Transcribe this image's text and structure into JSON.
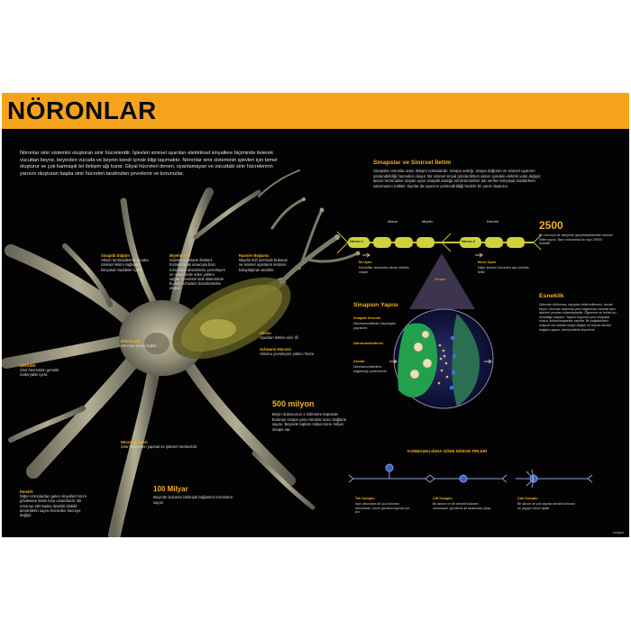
{
  "title": "NÖRONLAR",
  "intro": {
    "p1": "Nöronlar sinir sistemini oluşturan sinir hücreleridir. İşlevleri sinirsel uyarıları elektriksel sinyallere biçiminde ileterek vücuttan beyne, beyinden vücuda ve beynin kendi içinde bilgi taşımaktır.",
    "p2": "Nöronlar sinir sisteminin işlevleri için temel oluşturur ve çok karmaşık bir iletişim ağı kurar.",
    "p3": "Gliyal hücreleri denen, uyarılamayan ve vücuttaki sinir hücrelerinin yarısını oluşturan başka sinir hücreleri tarafından çevrelenir ve korunurlar."
  },
  "callouts": {
    "synapse_button": {
      "title": "Sinaptik Düğüm",
      "body": "Akson terminallerinin ucudur. Sinirsel iletimi sağlayan kimyasal maddeler içerir."
    },
    "mitochondria": {
      "title": "Mitokondri",
      "body": "Hücreye enerji sağlar."
    },
    "cell_nucleus": {
      "title": "Çekirdek",
      "body": "Sinir hücresinin genetik materyalini içerir."
    },
    "myelin_sheath": {
      "title": "Miyelin Kılıf",
      "body": "Sinirsel uyarıların iletimini hızlandırmak amacıyla bazı nöronların aksonlarını çevreleyen ve onları izole eden yalıtım sağlar. Çevresel sinir sisteminde bu kılıf Schwann hücrelerinden oluşur."
    },
    "ranvier": {
      "title": "Ranvier Boğumu",
      "body": "Miyelin kılıf üzerinde bulunan ve sinirsel uyarıların iletimini kolaylaştıran aralıktır."
    },
    "axon": {
      "title": "Akson",
      "body": "Uyarıları iletilen sinir lifi"
    },
    "schwann": {
      "title": "Schwann Hücresi",
      "body": "Aksonu çevreleyen yalıtıcı hücre"
    },
    "cell_body": {
      "title": "Hücre Gövdesi",
      "body": "Sinir hücresinin yapısal ve işlevsel merkezidir."
    },
    "dendrite": {
      "title": "Dendrit",
      "body": "Diğer nöronlardan gelen sinyalleri hücre gövdesine ileten kısa uzantılardır. Bir nöronun 200 kadar dendriti olabilir; dendritlerin sayısı hücreden hücreye değişir."
    }
  },
  "transmission": {
    "title": "Sinapslar ve Sinirsel İletim",
    "body": "Sinapslar nöronlar arası iletişim noktalarıdır. Sinaps aralığı, sinaps düğümü ve sinirsel uyarının yönlendirildiği hücreden oluşur. Bir sinirsel sinyal gönderilirken akson içindeki elektrik yükü değişir; akson terminaline ulaşan uyarı sinaptik aralığa nörotransmitter adı verilen kimyasal maddelerin salınmasını tetikler. Bunlar da uyarının yönlendirildiği hedefe bir yanıt oluşturur.",
    "label_axon": "Akson",
    "label_myelin": "Miyelin",
    "label_dendrite": "Dendrit",
    "neuron1": "Nöron 1",
    "neuron2": "Nöron 2",
    "ilk_title": "İlk Uyarı",
    "ilk_body": "Dendritler tarafından alınan elektrik sinyali",
    "ikinci_title": "İkinci Uyarı",
    "ikinci_body": "Diğer sinirsel hücreden aynı şekilde iletilir",
    "synapse_label": "Sinaps"
  },
  "stat_2500": {
    "value": "2500",
    "text": "Bir nöronun bir saniyede gerçekleştirilebilen sinirsel iletim sayısı. Bazı nöronlarda bu sayı 2500'ü bulabilir."
  },
  "structure": {
    "title": "Sinapsın Yapısı",
    "knob_title": "Sinaptik Kesecik",
    "knob_body": "Nörotransmitterleri depolayan yapılardır.",
    "nt_title": "Nörotransmitterler",
    "rec_title": "Alıcılar",
    "rec_body": "Nörotransmitterlerin bağlandığı proteinlerdir."
  },
  "plasticity": {
    "title": "Esneklik",
    "body": "Nöronlar bölünmez; kayıpları telafi edilemez. Ancak beyin, nöronlar arasında yeni bağlantılar kurarak bazı işlevleri yeniden düzenleyebilir. Öğrenme ve bellek bu esnekliğe dayanır. Yaşam boyunca yeni sinapslar oluşur, kullanılmayanlar zayıflar. Bu bağlantıların oluşma hızı kişiden kişiye değişir ve beynin sürekli değişen yapısı, deneyimlerle biçimlenir."
  },
  "stat_500m": {
    "value": "500 milyon",
    "text": "Beyin dokusunun 1 milimetre küpünde bulunan sinaps yani nöronlar arası bağlantı sayısı. Beyinde toplam milyon kere milyar sinaps var."
  },
  "stat_100b": {
    "value": "100 Milyar",
    "text": "Beyinde bulunan birbiriyle bağlantılı nöronların sayısı"
  },
  "types": {
    "title": "KARMAŞIKLIĞINA GÖRE NÖRON TİPLERİ",
    "items": [
      {
        "title": "Tek Kutuplu",
        "body": "Aynı aksondan iki ucu bulunan nöronlardır, hücre gövdesi dışında yer alır."
      },
      {
        "title": "Çift Kutuplu",
        "body": "Bir akson ve bir dendrit bulunan nöronlardır, gövdenin iki tarafından çıkar."
      },
      {
        "title": "Çok Kutuplu",
        "body": "Bir akson ve çok sayıda dendrit bulunan en yaygın nöron tipidir."
      }
    ]
  },
  "credit": "eduspot",
  "colors": {
    "accent": "#f2b11d",
    "header": "#f6a31c",
    "background": "#030303",
    "myelin": "#d9dd24",
    "cleft_fluid": "#1f8a4a"
  }
}
